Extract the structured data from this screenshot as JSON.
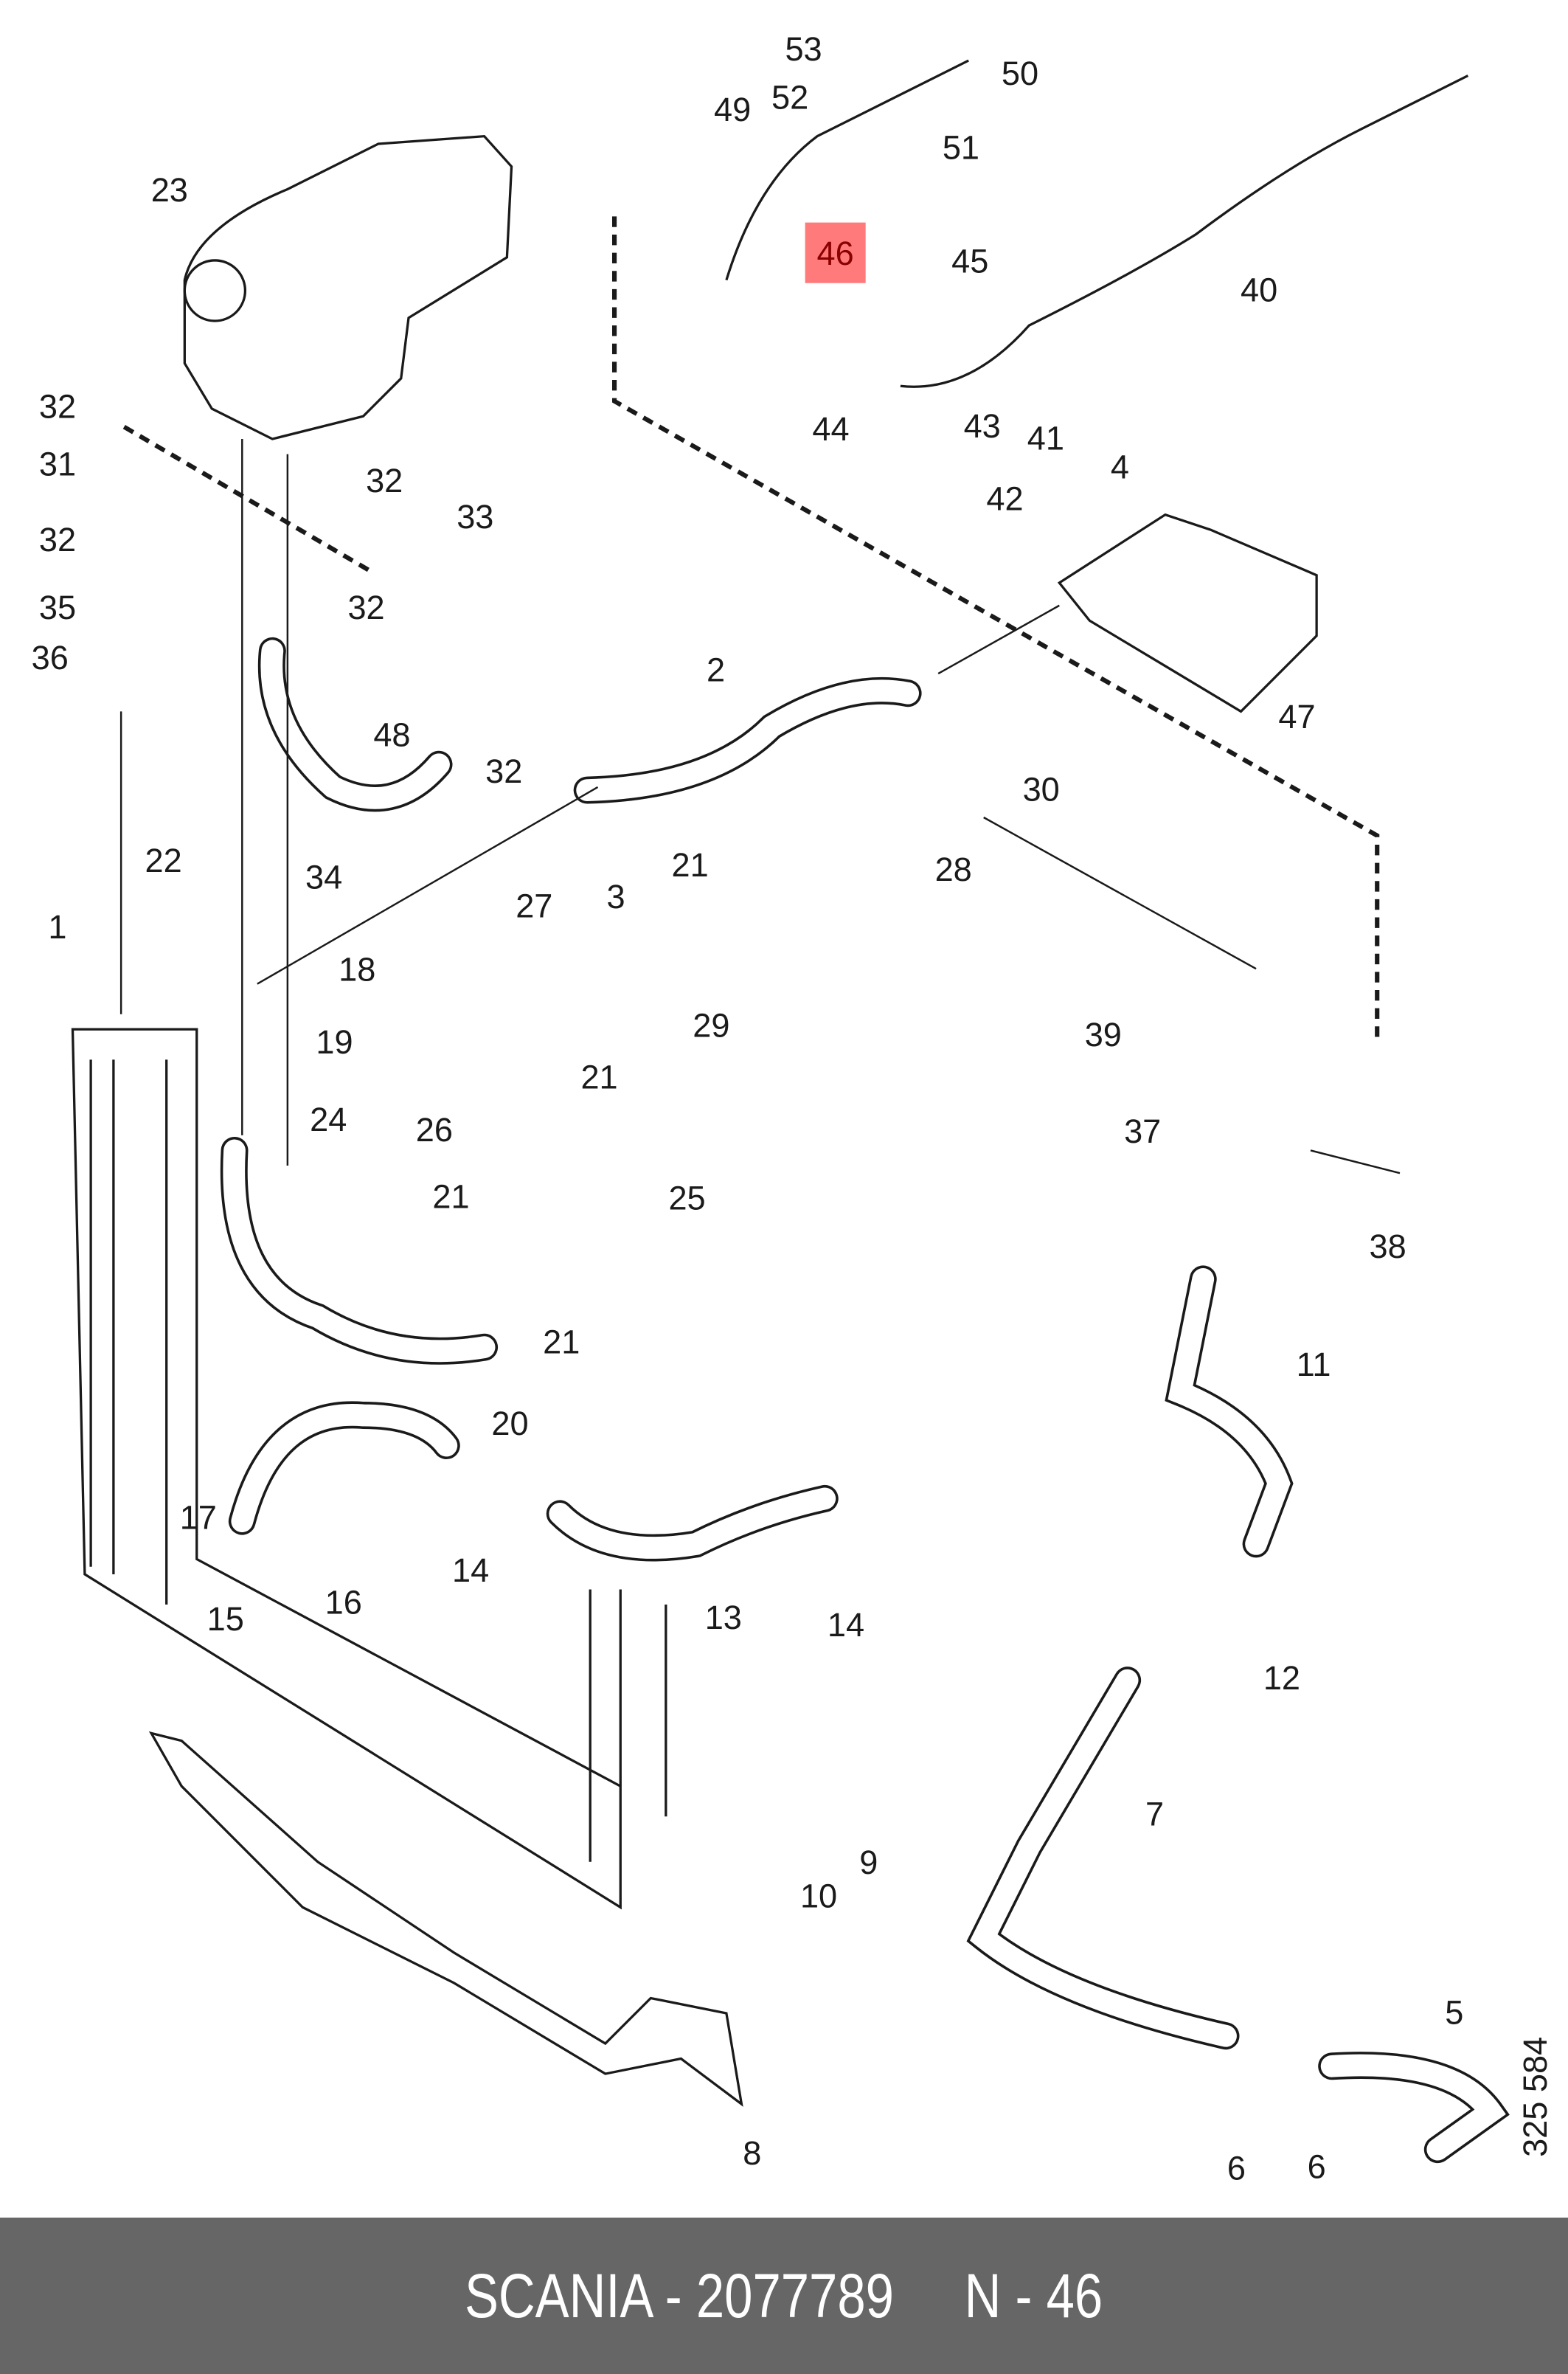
{
  "diagram": {
    "labels": [
      "53",
      "50",
      "52",
      "49",
      "51",
      "46",
      "45",
      "40",
      "23",
      "44",
      "43",
      "41",
      "42",
      "4",
      "32",
      "31",
      "32",
      "33",
      "32",
      "35",
      "32",
      "36",
      "2",
      "47",
      "48",
      "32",
      "30",
      "34",
      "3",
      "28",
      "22",
      "21",
      "27",
      "1",
      "18",
      "29",
      "39",
      "19",
      "21",
      "26",
      "37",
      "24",
      "21",
      "25",
      "38",
      "21",
      "11",
      "20",
      "17",
      "14",
      "16",
      "15",
      "13",
      "14",
      "12",
      "7",
      "9",
      "10",
      "5",
      "8",
      "6",
      "6"
    ],
    "highlighted_label": "46",
    "highlight_color": "#ff7b7b",
    "drawing_number": "325 584"
  },
  "footer": {
    "text": "SCANIA - 2077789     N - 46",
    "background": "#666666"
  }
}
